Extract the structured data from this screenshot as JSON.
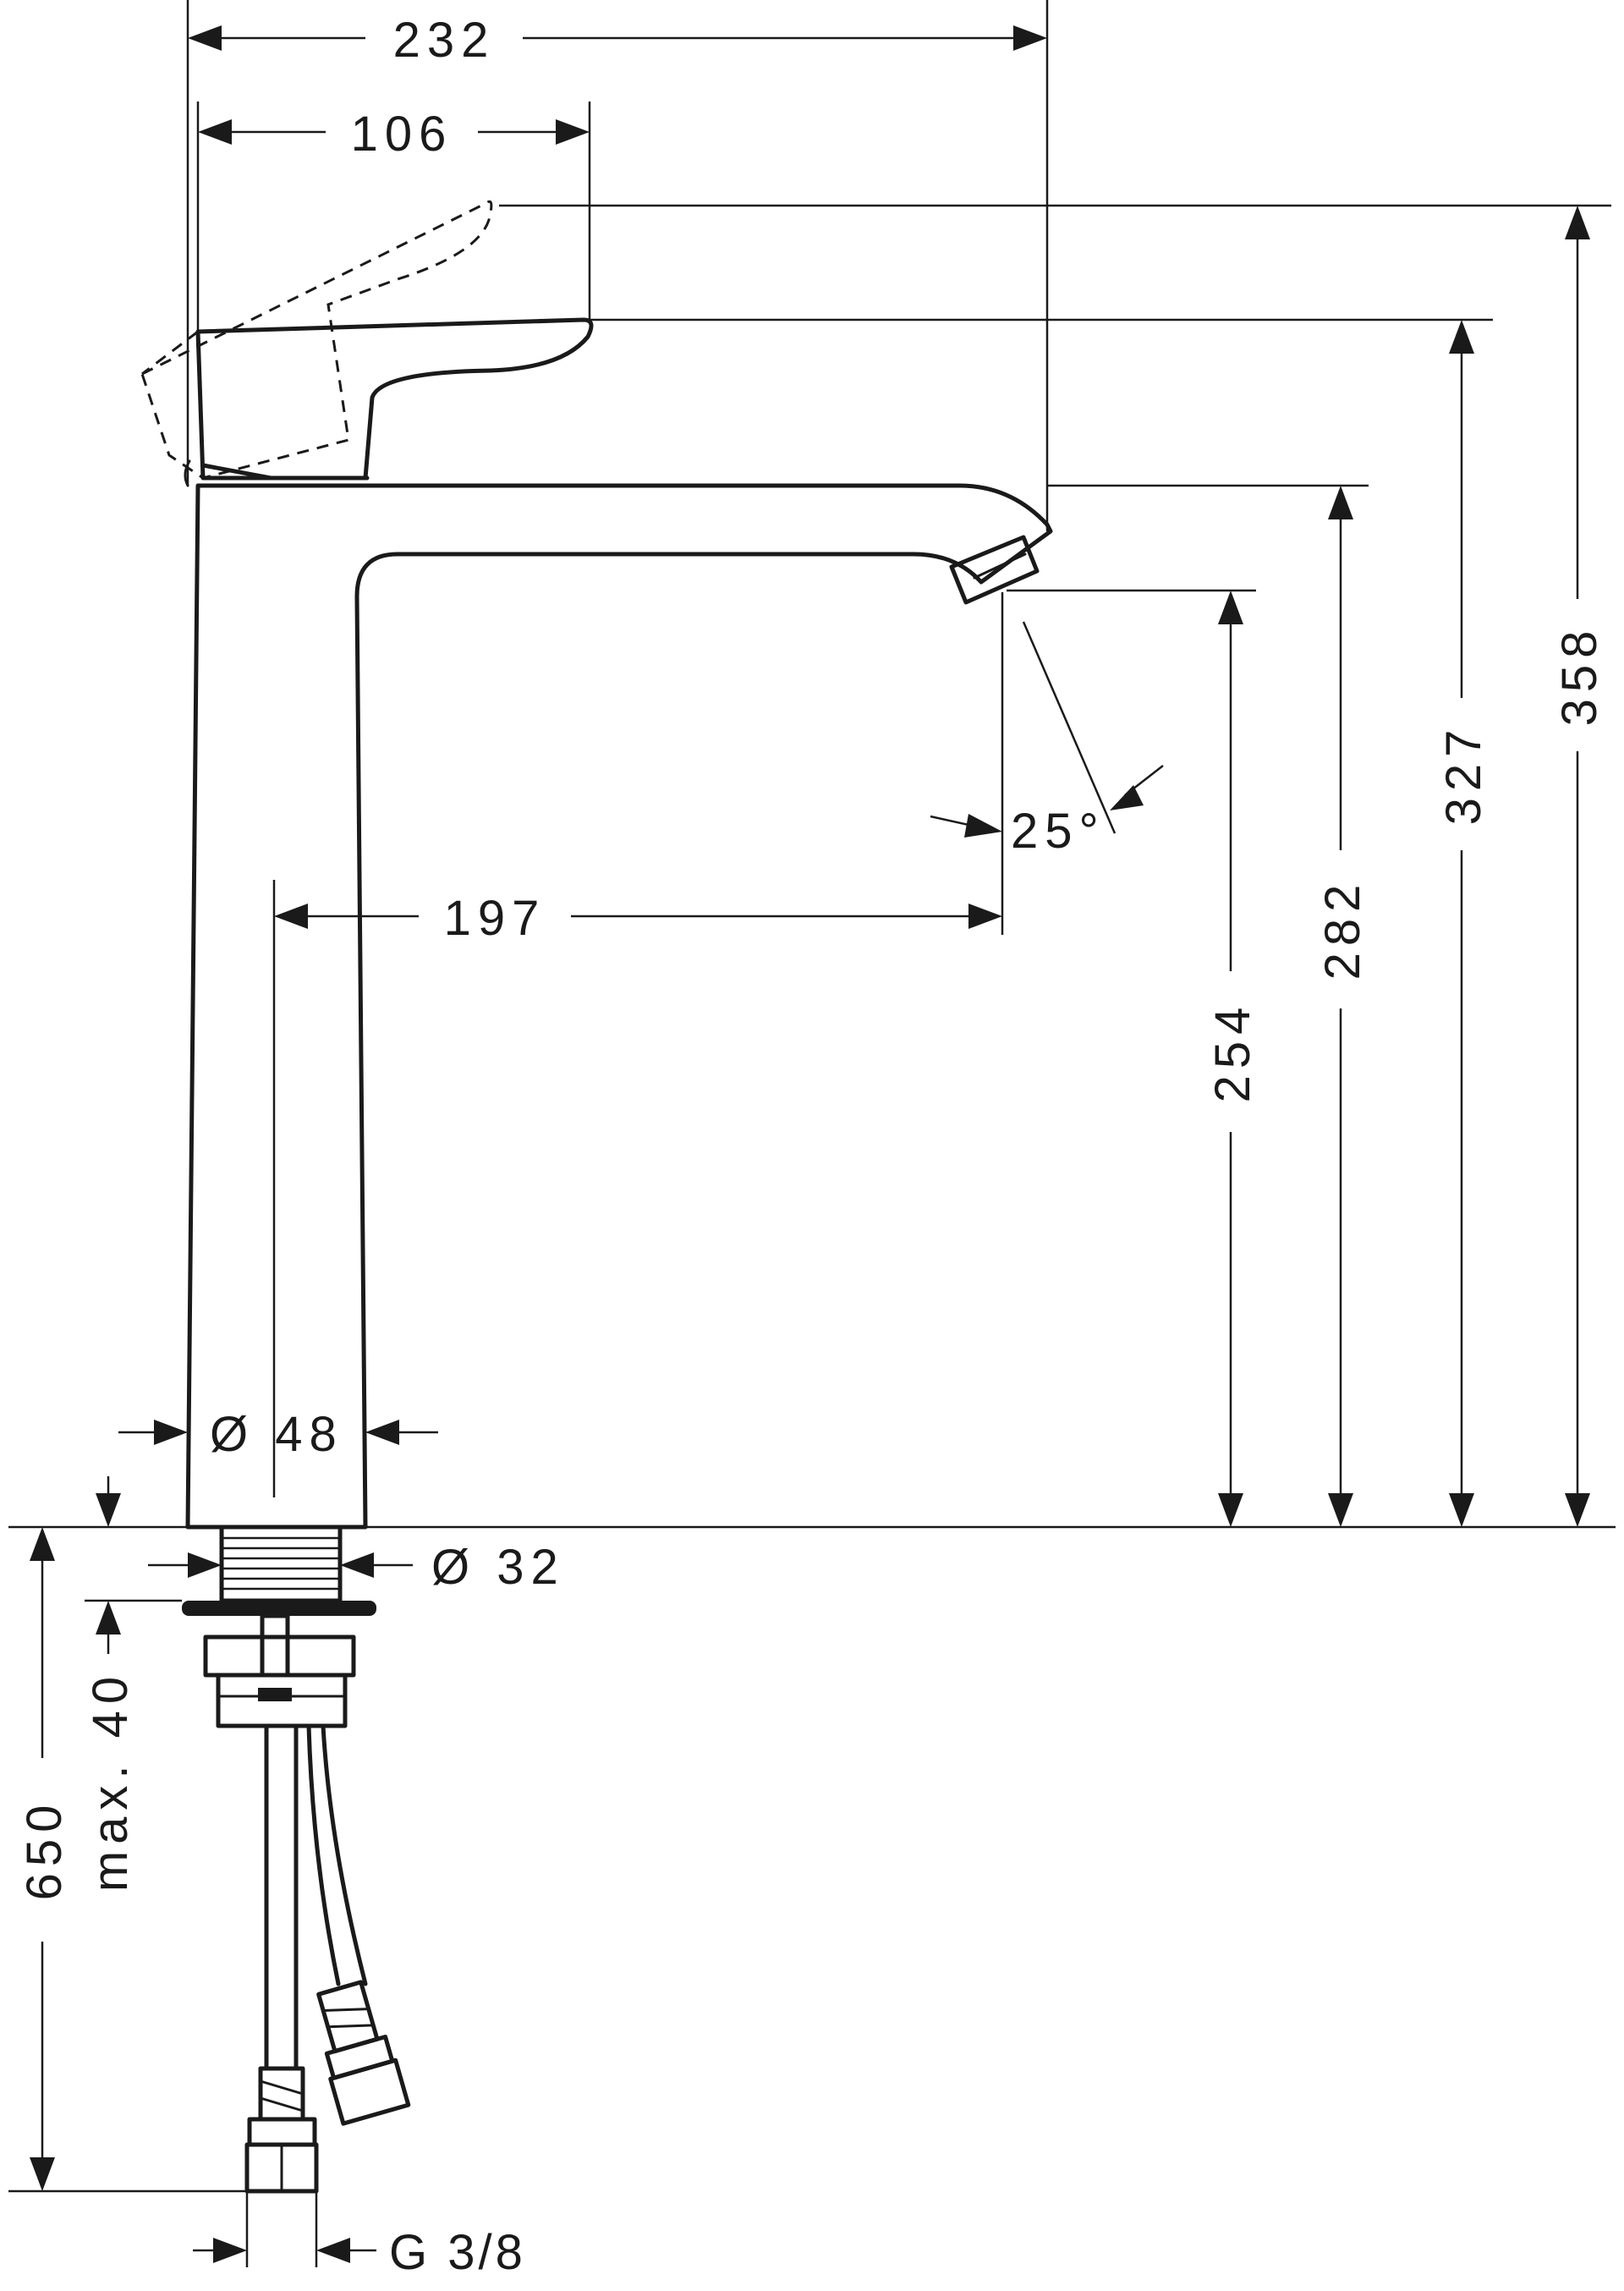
{
  "dimensions": {
    "overall_width": "232",
    "lever_reach": "106",
    "spout_reach": "197",
    "spray_angle": "25°",
    "body_diameter": "Ø 48",
    "shank_diameter": "Ø 32",
    "max_deck_thickness": "max. 40",
    "hose_length": "650",
    "connection_thread": "G 3/8",
    "height_outlet": "254",
    "height_spout_top": "282",
    "height_lever_top": "327",
    "height_lever_open": "358"
  }
}
